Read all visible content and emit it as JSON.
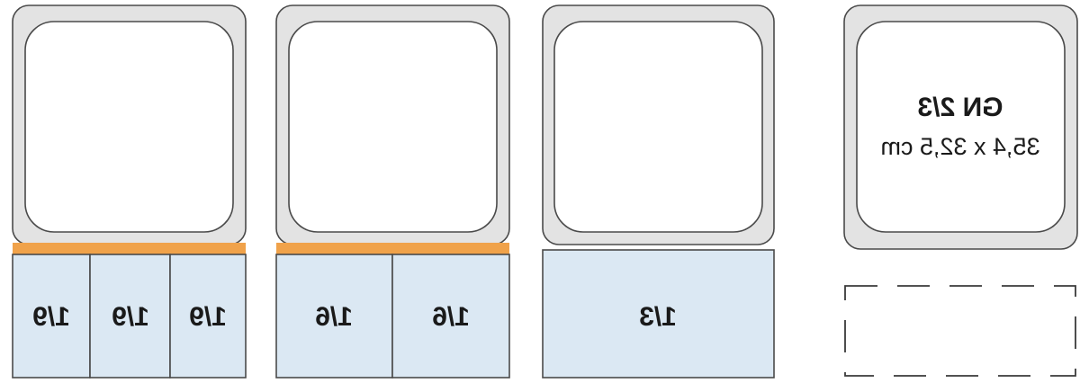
{
  "colors": {
    "pan_fill": "#e3e3e3",
    "pan_stroke": "#4a4a4a",
    "inner_fill": "#ffffff",
    "rail": "#f0a24a",
    "insert_fill": "#dbe8f3",
    "insert_stroke": "#4a4a4a",
    "dashed_stroke": "#3a3a3a"
  },
  "units": [
    {
      "insert_labels": [
        "1/9",
        "1/9",
        "1/9"
      ],
      "has_rail": true
    },
    {
      "insert_labels": [
        "1/6",
        "1/6"
      ],
      "has_rail": true
    },
    {
      "insert_labels": [
        "1/3"
      ],
      "has_rail": false
    },
    {
      "pan_title": "GN 2/3",
      "pan_dimensions": "35,4 x 32,5 cm",
      "insert_labels": [],
      "has_rail": false,
      "empty_slot": true
    }
  ]
}
